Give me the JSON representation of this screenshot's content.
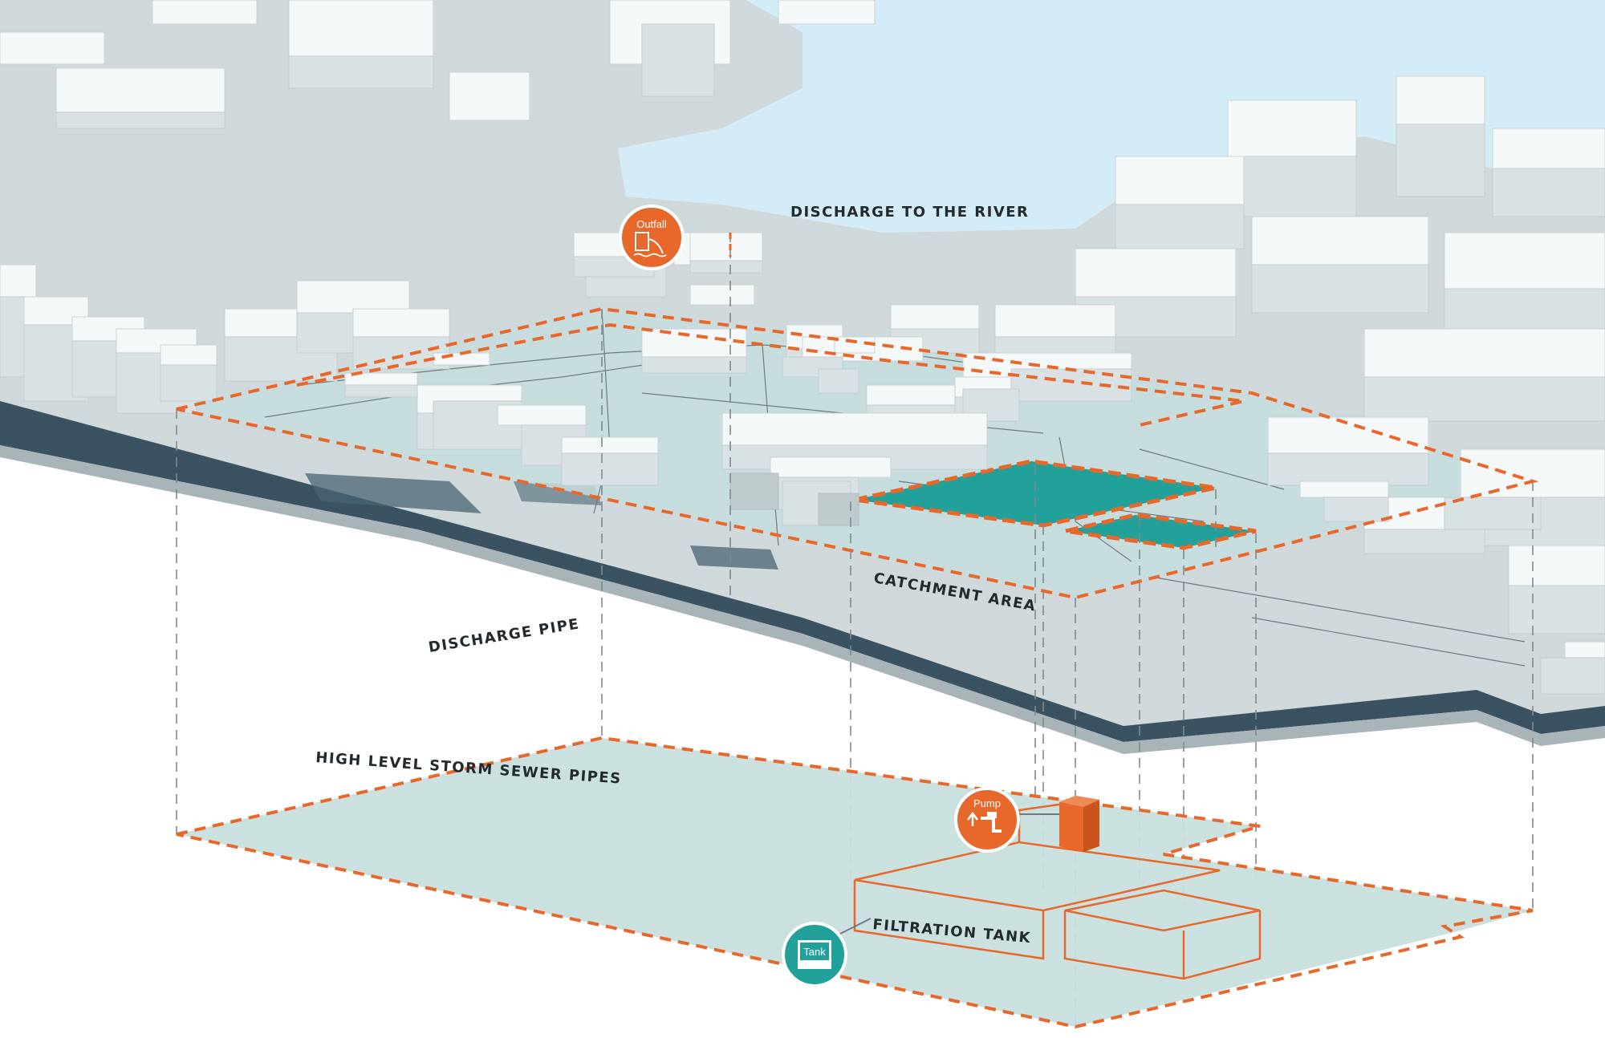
{
  "labels": {
    "discharge_river": "DISCHARGE TO THE RIVER",
    "catchment": "CATCHMENT AREA",
    "discharge_pipe": "DISCHARGE PIPE",
    "storm_sewer": "HIGH LEVEL STORM SEWER PIPES",
    "filtration_tank": "FILTRATION TANK"
  },
  "icons": {
    "outfall": "Outfall",
    "pump": "Pump",
    "tank": "Tank"
  },
  "colors": {
    "accent_orange": "#e8672a",
    "teal_fill": "#22a19a",
    "river": "#d3ecf7",
    "plan_fill": "#c7dfde",
    "ground": "#cfd9db",
    "slab_edge": "#3b5361"
  }
}
